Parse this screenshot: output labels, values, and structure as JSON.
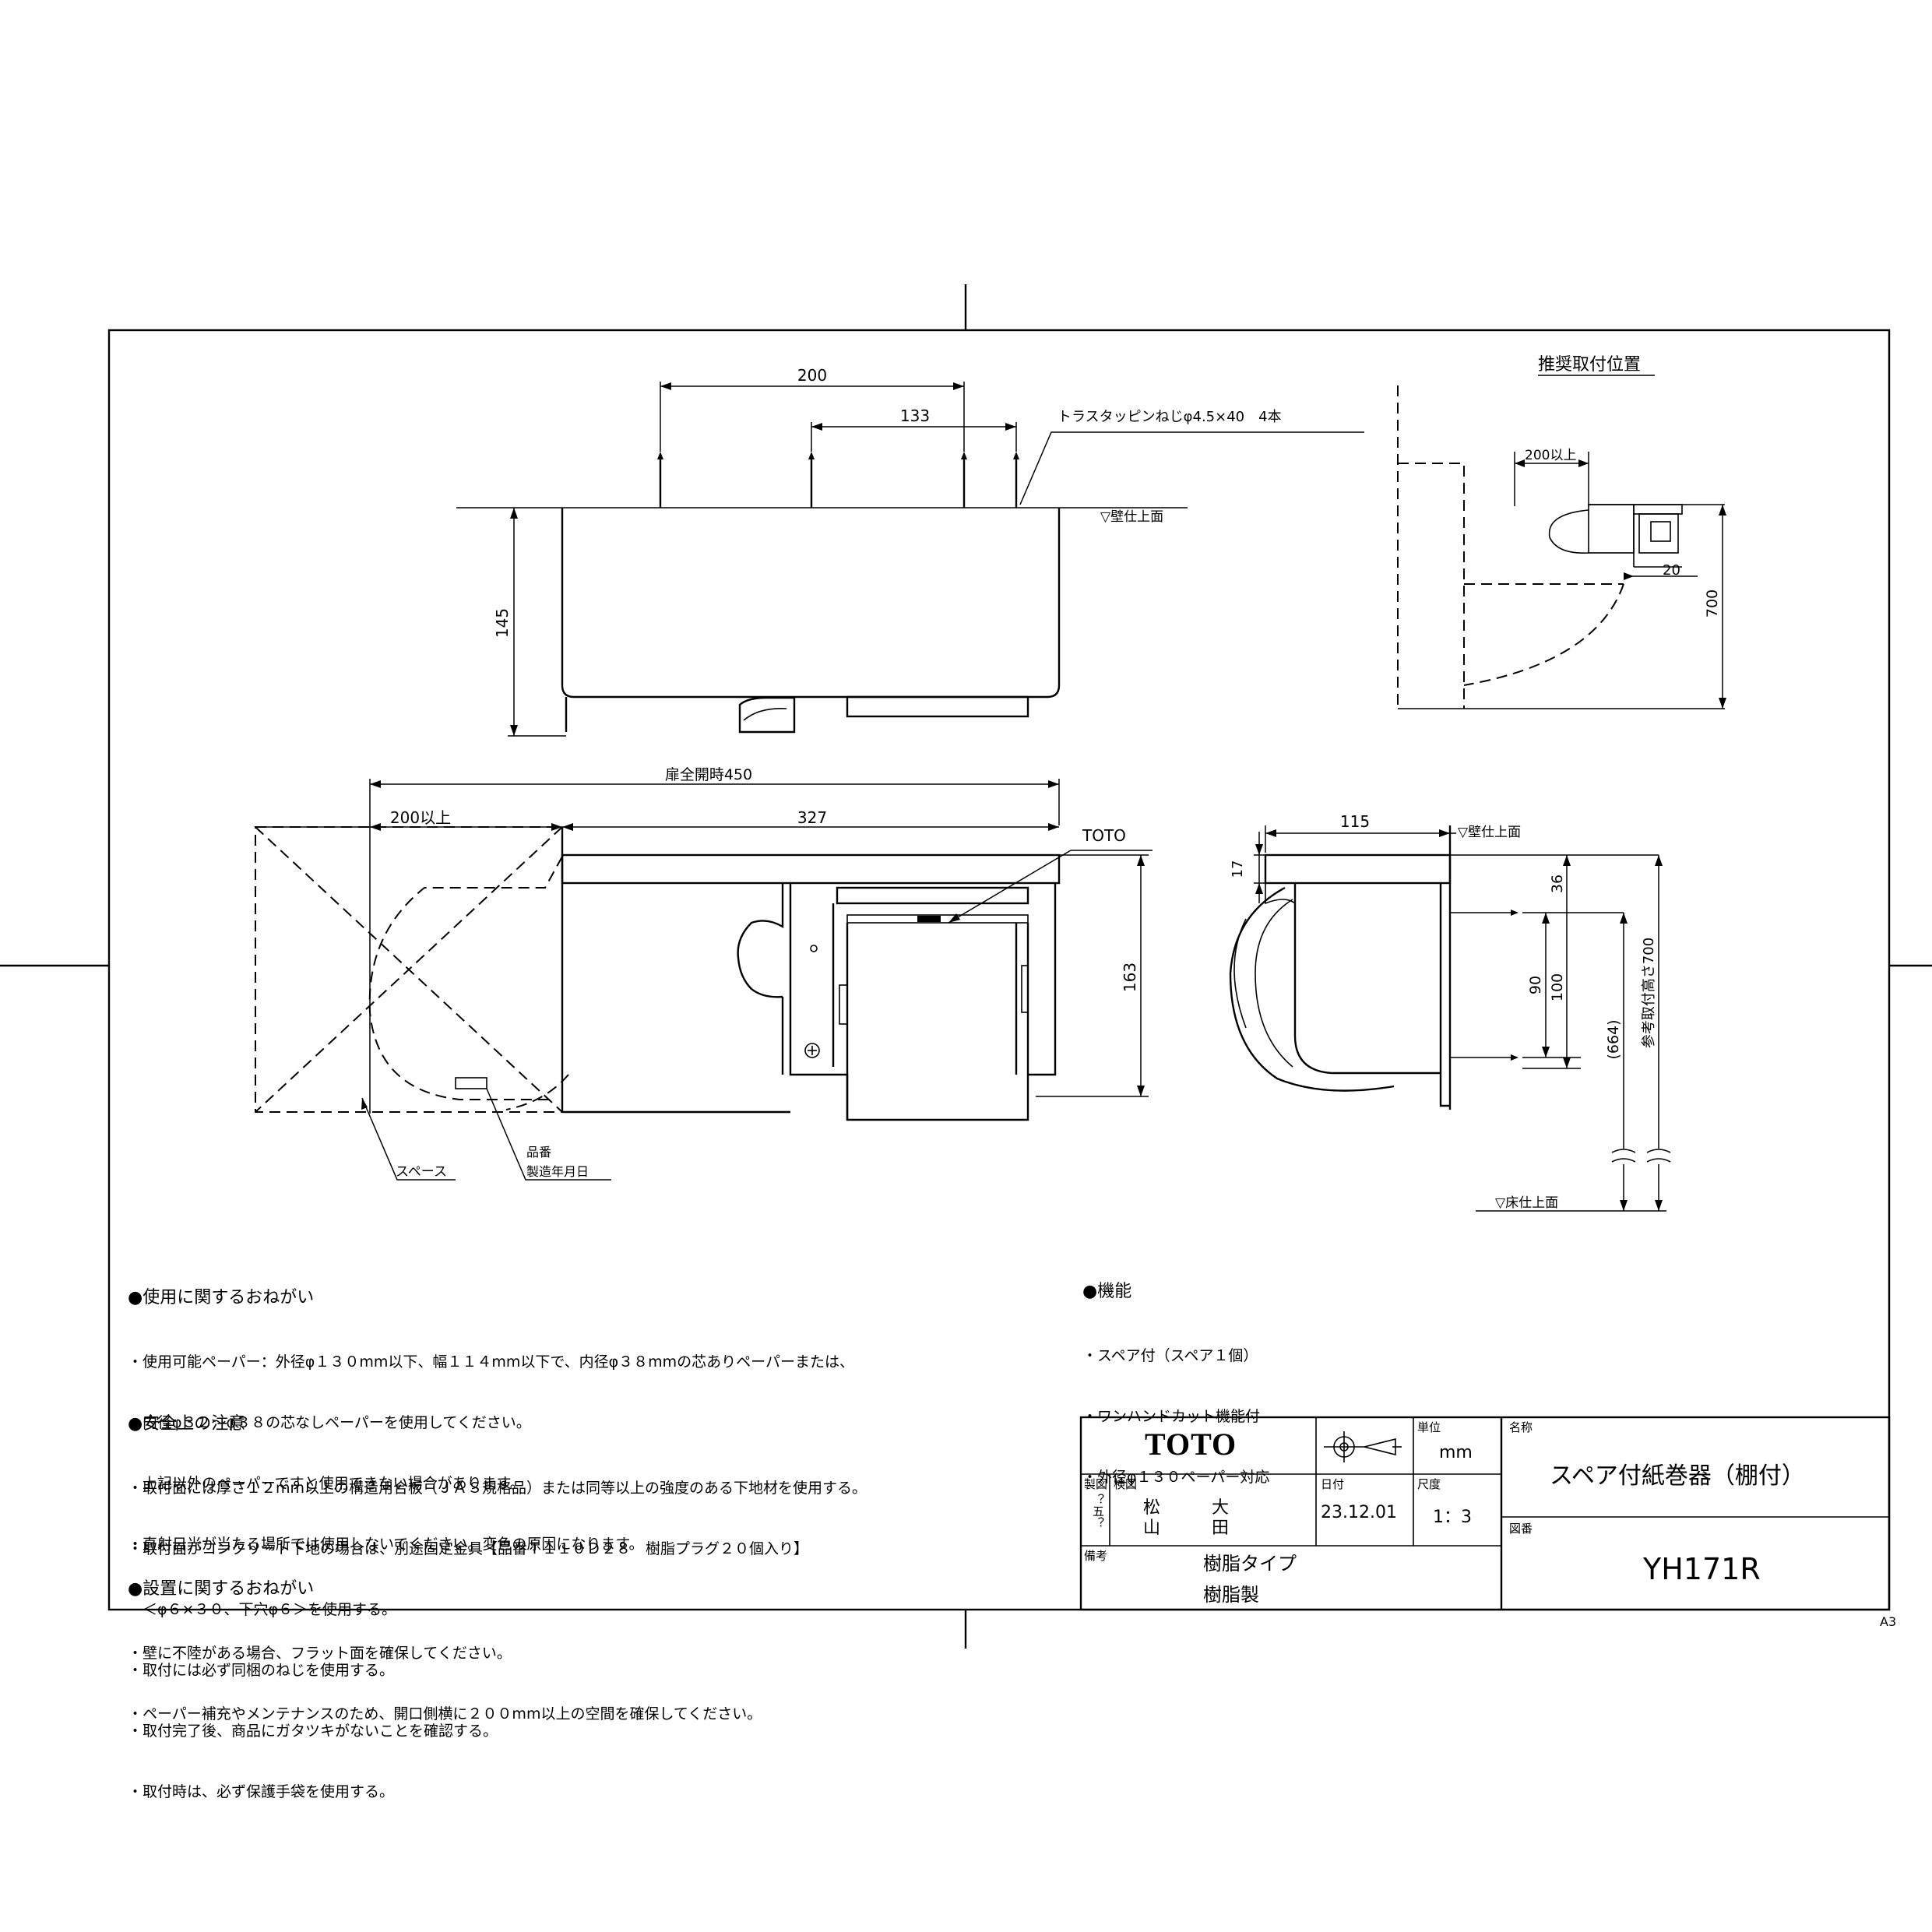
{
  "front_view": {
    "dims": {
      "d200": "200",
      "d133": "133",
      "d145": "145"
    },
    "screw_label": "トラスタッピンねじφ4.5×40　4本",
    "wall_label": "▽壁仕上面"
  },
  "top_view": {
    "dims": {
      "d450": "扉全開時450",
      "d200": "200以上",
      "d327": "327",
      "d163": "163"
    },
    "toto_label": "TOTO",
    "space_label": "スペース",
    "part_label_1": "品番",
    "part_label_2": "製造年月日"
  },
  "side_view": {
    "dims": {
      "d115": "115",
      "d17": "17",
      "d36": "36",
      "d90": "90",
      "d100": "100",
      "d664": "(664)",
      "d700": "参考取付高さ700"
    },
    "wall_label": "▽壁仕上面",
    "floor_label": "▽床仕上面"
  },
  "recommended": {
    "title": "推奨取付位置",
    "dims": {
      "d200": "200以上",
      "d20": "20",
      "d700": "700"
    }
  },
  "notes_use": {
    "heading": "●使用に関するおねがい",
    "lines": [
      "・使用可能ペーパー：外径φ１３０mm以下、幅１１４mm以下で、内径φ３８mmの芯ありペーパーまたは、",
      "　内径φ３２～φ３８の芯なしペーパーを使用してください。",
      "　上記以外のペーパーですと使用できない場合があります。",
      "・直射日光が当たる場所では使用しないでください。変色の原因になります。"
    ]
  },
  "notes_safety": {
    "heading": "●安全上の注意",
    "lines": [
      "・取付面には厚さ１２mm以上の構造用合板（ＪＡＳ規格品）または同等以上の強度のある下地材を使用する。",
      "・取付面がコンクリート下地の場合は、別途固定金具【品番Ｔ１１０Ｄ２８　樹脂プラグ２０個入り】",
      "　＜φ６×３０、下穴φ６＞を使用する。",
      "・取付には必ず同梱のねじを使用する。",
      "・取付完了後、商品にガタツキがないことを確認する。",
      "・取付時は、必ず保護手袋を使用する。"
    ]
  },
  "notes_install": {
    "heading": "●設置に関するおねがい",
    "lines": [
      "・壁に不陸がある場合、フラット面を確保してください。",
      "・ペーパー補充やメンテナンスのため、開口側横に２００mm以上の空間を確保してください。"
    ]
  },
  "features": {
    "heading": "●機能",
    "lines": [
      "・スペア付（スペア１個）",
      "・ワンハンドカット機能付",
      "・外径φ１３０ペーパー対応"
    ]
  },
  "title_block": {
    "logo": "TOTO",
    "unit_label": "単位",
    "unit_value": "mm",
    "name_label": "名称",
    "name_value": "スペア付紙巻器（棚付）",
    "drawn_label": "製図",
    "drawn_value": "？五？",
    "check_label": "検図",
    "check_value_1": "松　　　大",
    "check_value_2": "山　　　田",
    "date_label": "日付",
    "date_value": "23.12.01",
    "scale_label": "尺度",
    "scale_value": "1：3",
    "drawing_no_label": "図番",
    "drawing_no_value": "YH171R",
    "remarks_label": "備考",
    "remarks_1": "樹脂タイプ",
    "remarks_2": "樹脂製"
  },
  "sheet_size": "A3"
}
